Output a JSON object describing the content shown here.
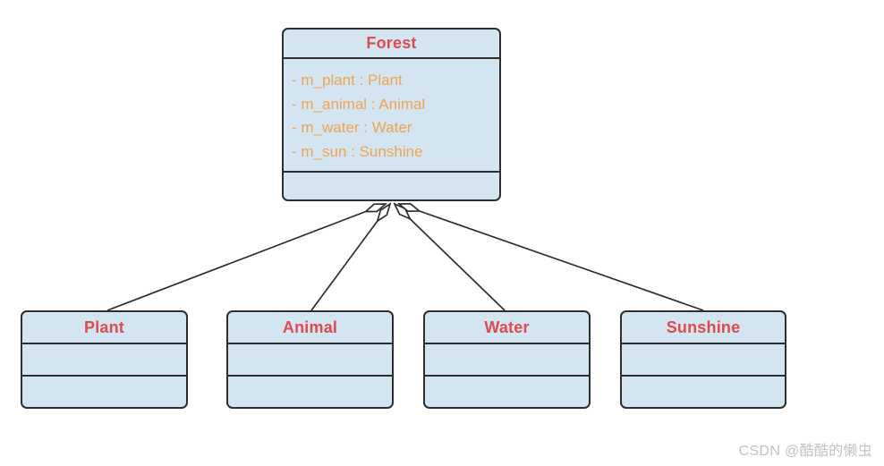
{
  "diagram": {
    "type": "uml-class-diagram",
    "classes": [
      {
        "id": "forest",
        "name": "Forest",
        "attributes": [
          "- m_plant : Plant",
          "- m_animal : Animal",
          "- m_water : Water",
          "- m_sun : Sunshine"
        ],
        "operations": []
      },
      {
        "id": "plant",
        "name": "Plant",
        "attributes": [],
        "operations": []
      },
      {
        "id": "animal",
        "name": "Animal",
        "attributes": [],
        "operations": []
      },
      {
        "id": "water",
        "name": "Water",
        "attributes": [],
        "operations": []
      },
      {
        "id": "sunshine",
        "name": "Sunshine",
        "attributes": [],
        "operations": []
      }
    ],
    "relations": [
      {
        "from": "Forest",
        "to": "Plant",
        "type": "aggregation",
        "diamond_at": "Forest"
      },
      {
        "from": "Forest",
        "to": "Animal",
        "type": "aggregation",
        "diamond_at": "Forest"
      },
      {
        "from": "Forest",
        "to": "Water",
        "type": "aggregation",
        "diamond_at": "Forest"
      },
      {
        "from": "Forest",
        "to": "Sunshine",
        "type": "aggregation",
        "diamond_at": "Forest"
      }
    ],
    "colors": {
      "class_fill": "#d3e5f1",
      "class_border": "#2e2e2e",
      "title_text": "#e04a50",
      "attribute_text": "#f0a351",
      "canvas_bg": "#ffffff",
      "watermark_text_color": "#c2c2c2"
    }
  },
  "watermark": {
    "text": "CSDN @酷酷的懒虫"
  }
}
